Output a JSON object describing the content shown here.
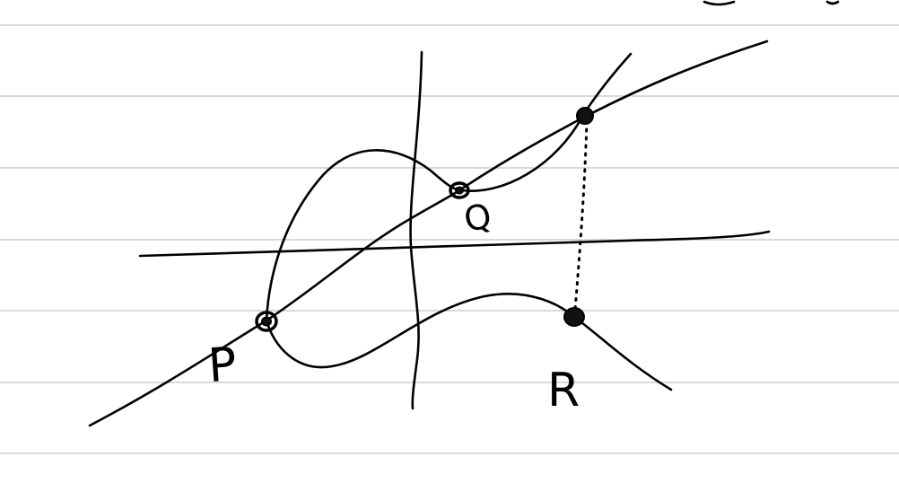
{
  "labels": {
    "p": "P",
    "q": "Q",
    "r": "R"
  },
  "colors": {
    "ink": "#000000",
    "paper": "#ffffff",
    "rule": "#d9d9d9"
  }
}
